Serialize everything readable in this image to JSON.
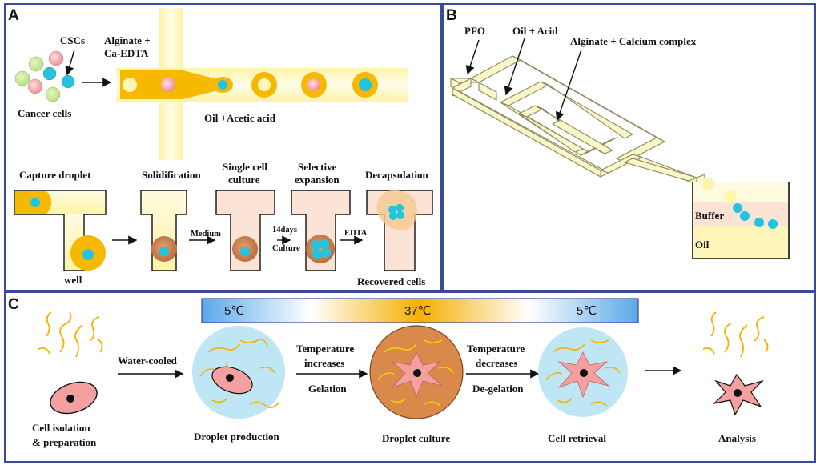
{
  "panels": {
    "a": {
      "letter": "A",
      "csc_label": "CSCs",
      "alginate_label_1": "Alginate +",
      "alginate_label_2": "Ca-EDTA",
      "cancer_cells_label": "Cancer cells",
      "oil_label": "Oil +Acetic acid",
      "steps": {
        "capture": "Capture droplet",
        "well": "well",
        "solid": "Solidification",
        "medium": "Medium",
        "single_1": "Single cell",
        "single_2": "culture",
        "days": "14days",
        "culture": "Culture",
        "selective_1": "Selective",
        "selective_2": "expansion",
        "edta": "EDTA",
        "decap": "Decapsulation",
        "recovered": "Recovered cells"
      }
    },
    "b": {
      "letter": "B",
      "pfo": "PFO",
      "oil_acid": "Oil + Acid",
      "alginate_calcium": "Alginate + Calcium complex",
      "buffer": "Buffer",
      "oil": "Oil"
    },
    "c": {
      "letter": "C",
      "temps": [
        "5℃",
        "37℃",
        "5℃"
      ],
      "water_cooled": "Water-cooled",
      "temp_inc_1": "Temperature",
      "temp_inc_2": "increases",
      "gelation": "Gelation",
      "temp_dec_1": "Temperature",
      "temp_dec_2": "decreases",
      "degelation": "De-gelation",
      "cell_iso_1": "Cell isolation",
      "cell_iso_2": "& preparation",
      "droplet_prod": "Droplet production",
      "droplet_culture": "Droplet culture",
      "cell_retrieval": "Cell retrieval",
      "analysis": "Analysis"
    }
  },
  "colors": {
    "frame": "#3a4a9a",
    "channel_yellow": "#fdf6b8",
    "droplet_orange": "#f7b800",
    "cell_cyan": "#22c4e0",
    "cell_pink": "#f5a0a0",
    "well_fill": "#fbe3d6",
    "hydrogel_blue": "#bfe6f5",
    "hydrogel_orange": "#d98a4a"
  }
}
